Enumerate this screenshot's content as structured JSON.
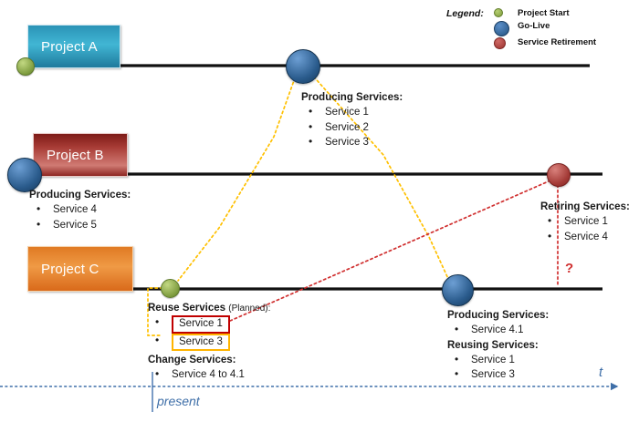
{
  "legend": {
    "title": "Legend:",
    "items": [
      {
        "label": "Project Start",
        "icon": "green-circle-icon",
        "color": "#7d9b3c"
      },
      {
        "label": "Go-Live",
        "icon": "blue-circle-icon",
        "color": "#2a5b8c"
      },
      {
        "label": "Service Retirement",
        "icon": "red-circle-icon",
        "color": "#a33a36"
      }
    ]
  },
  "projects": [
    {
      "id": "a",
      "name": "Project A",
      "color": "#2b93b6"
    },
    {
      "id": "b",
      "name": "Project B",
      "color": "#a63a34"
    },
    {
      "id": "c",
      "name": "Project C",
      "color": "#e07a23"
    }
  ],
  "annotations": {
    "project_a_producing": {
      "heading": "Producing Services:",
      "items": [
        "Service 1",
        "Service 2",
        "Service 3"
      ]
    },
    "project_b_producing": {
      "heading": "Producing Services:",
      "items": [
        "Service 4",
        "Service 5"
      ]
    },
    "project_c_reuse": {
      "heading": "Reuse Services",
      "heading_suffix": "(Planned):",
      "items": [
        {
          "label": "Service 1",
          "highlight": "red"
        },
        {
          "label": "Service 3",
          "highlight": "orange"
        }
      ]
    },
    "project_c_change": {
      "heading": "Change Services:",
      "items": [
        "Service 4 to 4.1"
      ]
    },
    "project_c_producing": {
      "heading": "Producing Services:",
      "items": [
        "Service 4.1"
      ]
    },
    "project_c_reusing": {
      "heading": "Reusing Services:",
      "items": [
        "Service 1",
        "Service 3"
      ]
    },
    "retiring": {
      "heading": "Retiring Services:",
      "items": [
        "Service 1",
        "Service 4"
      ]
    }
  },
  "axis": {
    "time_label": "t",
    "present_label": "present",
    "unknown_marker": "?",
    "axis_color": "#3f6fa8"
  },
  "connectors": {
    "reuse_color": "#ffc000",
    "retire_color": "#d03030"
  }
}
